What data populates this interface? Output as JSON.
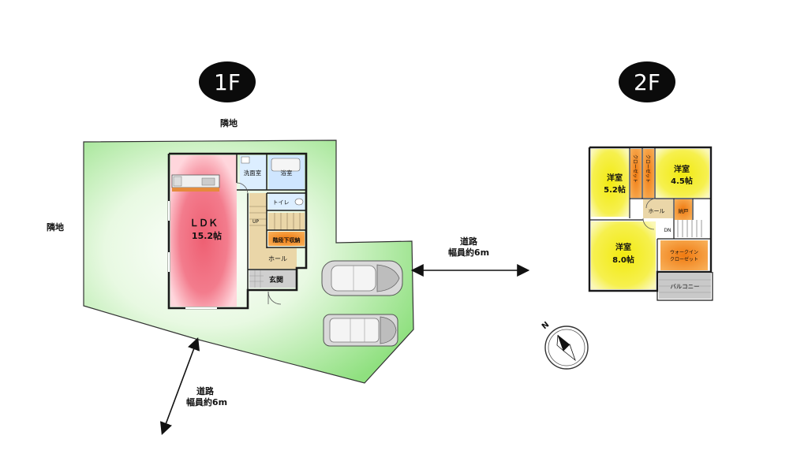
{
  "floor1": {
    "badge": "1F",
    "neighbor_top": "隣地",
    "neighbor_left": "隣地",
    "rooms": {
      "ldk_name": "ＬＤＫ",
      "ldk_size": "15.2帖",
      "washroom": "洗面室",
      "bath": "浴室",
      "toilet": "トイレ",
      "under_stair_storage": "階段下収納",
      "hall": "ホール",
      "entrance": "玄関",
      "up": "UP"
    },
    "road_right": {
      "line1": "道路",
      "line2": "幅員約6m"
    },
    "road_bottom": {
      "line1": "道路",
      "line2": "幅員約6m"
    }
  },
  "floor2": {
    "badge": "2F",
    "rooms": {
      "western1_name": "洋室",
      "western1_size": "5.2帖",
      "western2_name": "洋室",
      "western2_size": "4.5帖",
      "western3_name": "洋室",
      "western3_size": "8.0帖",
      "closet1": "クローゼット",
      "closet2": "クローゼット",
      "storage": "納戸",
      "hall": "ホール",
      "dn": "DN",
      "walkin_line1": "ウォークイン",
      "walkin_line2": "クローゼット",
      "balcony": "バルコニー"
    }
  },
  "compass": {
    "north": "N"
  },
  "colors": {
    "lot_green": "#a9e79a",
    "ldk_pink": "#f27b8c",
    "room_yellow": "#f4ee2a",
    "closet_orange": "#f08a1c",
    "water_blue": "#cfe6ff",
    "hall_beige": "#ead6a8",
    "balcony_gray": "#c9c9c9"
  }
}
